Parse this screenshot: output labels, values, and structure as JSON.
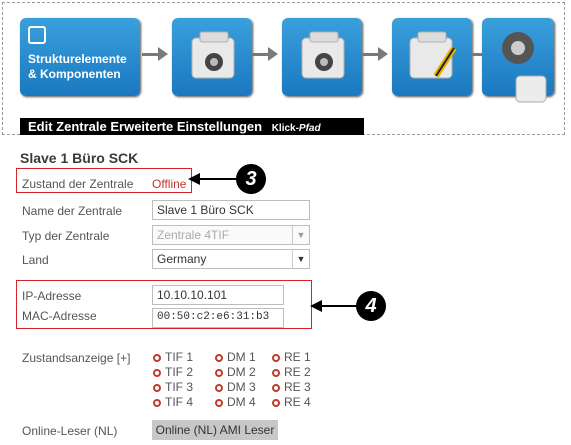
{
  "klickpfad": {
    "first_step_label_1": "Strukturelemente",
    "first_step_label_2": "& Komponenten",
    "banner_title": "Edit Zentrale Erweiterte Einstellungen",
    "banner_sub_prefix": "Klick-",
    "banner_sub_italic": "Pfad"
  },
  "panel": {
    "title": "Slave 1 Büro SCK",
    "zustand_label": "Zustand der Zentrale",
    "zustand_value": "Offline",
    "name_label": "Name der Zentrale",
    "name_value": "Slave 1 Büro SCK",
    "typ_label": "Typ der Zentrale",
    "typ_value": "Zentrale 4TIF",
    "land_label": "Land",
    "land_value": "Germany",
    "ip_label": "IP-Adresse",
    "ip_value": "10.10.10.101",
    "mac_label": "MAC-Adresse",
    "mac_value": "00:50:c2:e6:31:b3",
    "zustandsanzeige_label": "Zustandsanzeige [+]",
    "status_cols": [
      [
        "TIF 1",
        "TIF 2",
        "TIF 3",
        "TIF 4"
      ],
      [
        "DM 1",
        "DM 2",
        "DM 3",
        "DM 4"
      ],
      [
        "RE 1",
        "RE 2",
        "RE 3",
        "RE 4"
      ]
    ],
    "online_label": "Online-Leser (NL)",
    "online_button": "Online (NL) AMI Leser"
  },
  "callouts": {
    "c3": "3",
    "c4": "4"
  },
  "colors": {
    "accent_red": "#d6222a",
    "step_blue": "#1a78c0",
    "offline_red": "#c0392b"
  }
}
